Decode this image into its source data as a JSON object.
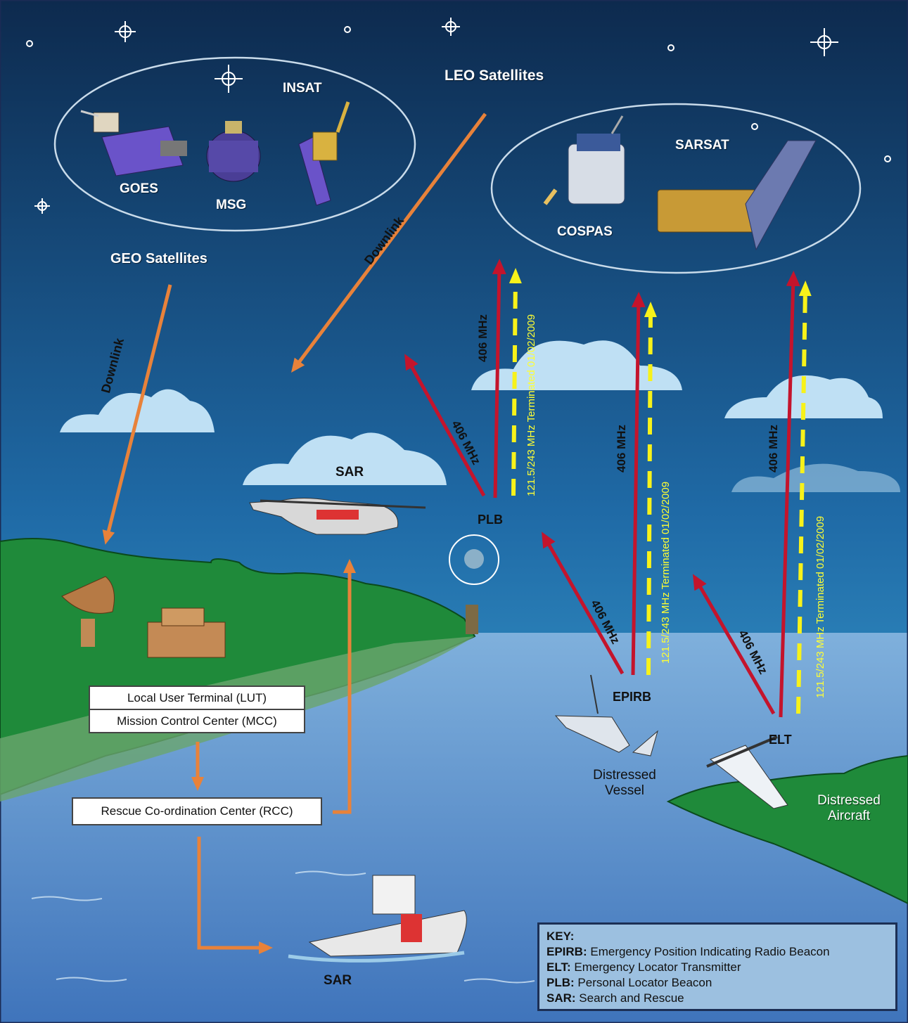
{
  "sky_groups": {
    "geo_satellites": [
      "GOES",
      "MSG",
      "INSAT"
    ],
    "geo_title": "GEO Satellites",
    "leo_title": "LEO Satellites",
    "leo_satellites": [
      "SARSAT",
      "COSPAS"
    ]
  },
  "links": {
    "downlink_left": "Downlink",
    "downlink_right": "Downlink",
    "freq_406": "406 MHz",
    "terminated": "121.5/243 MHz Terminated 01/02/2009"
  },
  "beacons": {
    "plb": "PLB",
    "epirb": "EPIRB",
    "elt": "ELT"
  },
  "rescue_assets": {
    "sar_helicopter": "SAR",
    "sar_ship": "SAR"
  },
  "ground": {
    "lut": "Local User Terminal (LUT)",
    "mcc": "Mission Control Center (MCC)",
    "rcc": "Rescue Co-ordination Center (RCC)"
  },
  "distress": {
    "vessel": "Distressed Vessel",
    "aircraft": "Distressed Aircraft"
  },
  "key": {
    "title": "KEY:",
    "entries": [
      {
        "abbr": "EPIRB:",
        "text": "Emergency Position Indicating Radio Beacon"
      },
      {
        "abbr": "ELT:",
        "text": "Emergency Locator Transmitter"
      },
      {
        "abbr": "PLB:",
        "text": "Personal Locator Beacon"
      },
      {
        "abbr": "SAR:",
        "text": "Search and Rescue"
      }
    ]
  },
  "colors": {
    "sky_top": "#0d2a4e",
    "sky_bottom": "#3fb0e0",
    "sea": "#5a8fcc",
    "land": "#1f8a3a",
    "arrow_406": "#c4142c",
    "arrow_legacy": "#f7f21a",
    "downlink": "#e8823a"
  }
}
